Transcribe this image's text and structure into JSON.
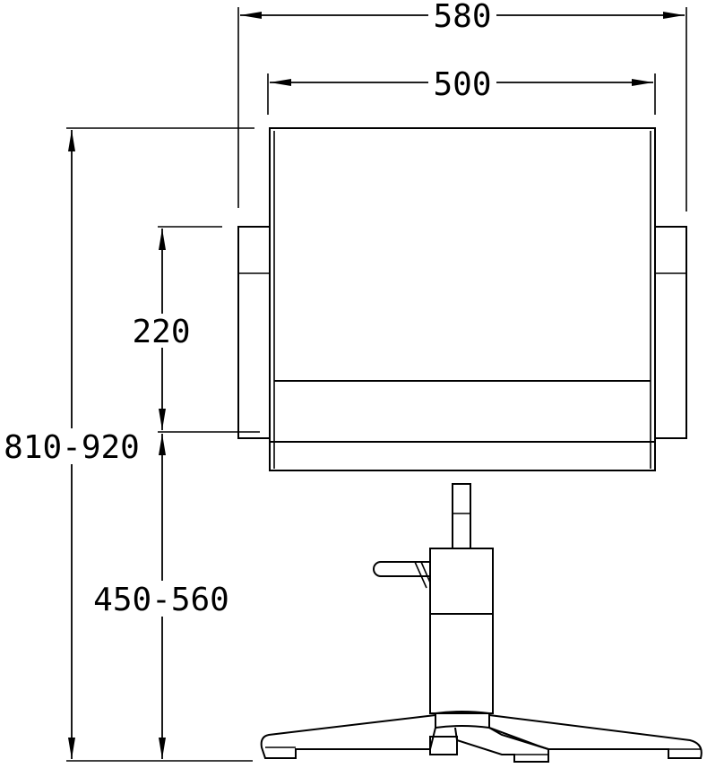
{
  "drawing": {
    "subject": "swivel chair elevation",
    "units": "mm",
    "line_color": "#000000",
    "background_color": "#ffffff"
  },
  "dimensions": {
    "overall_width": {
      "label": "580",
      "value": 580
    },
    "seat_width": {
      "label": "500",
      "value": 500
    },
    "armrest_height": {
      "label": "220",
      "value": 220
    },
    "overall_height": {
      "label": "810-920",
      "min": 810,
      "max": 920
    },
    "seat_height": {
      "label": "450-560",
      "min": 450,
      "max": 560
    }
  }
}
